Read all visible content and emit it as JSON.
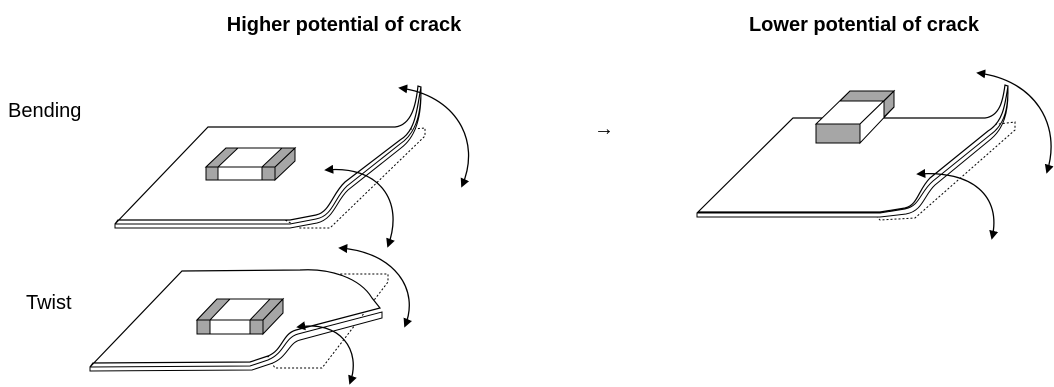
{
  "headings": {
    "left": "Higher potential of crack",
    "right": "Lower potential of crack"
  },
  "row_labels": {
    "bending": "Bending",
    "twist": "Twist"
  },
  "comparison_arrow": "→",
  "colors": {
    "line": "#000000",
    "board": "#ffffff",
    "terminal": "#a6a6a6",
    "chip_body": "#ffffff"
  }
}
